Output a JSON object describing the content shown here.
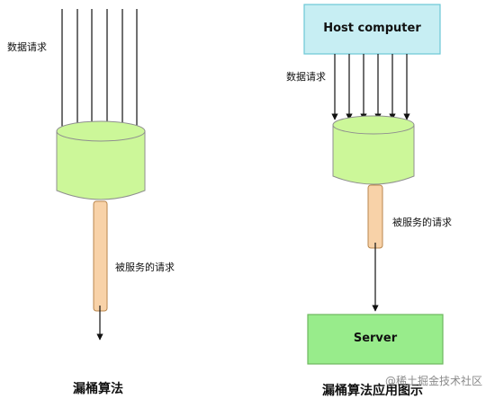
{
  "left": {
    "request_label": "数据请求",
    "served_label": "被服务的请求",
    "caption": "漏桶算法"
  },
  "right": {
    "host_label": "Host computer",
    "request_label": "数据请求",
    "served_label": "被服务的请求",
    "server_label": "Server",
    "caption": "漏桶算法应用图示"
  },
  "watermark": "@稀土掘金技术社区",
  "colors": {
    "bucket_fill": "#ccf799",
    "bucket_stroke": "#8f8f8f",
    "pipe_fill": "#f8d2a8",
    "pipe_stroke": "#b8864c",
    "box_fill": "#c7eef3",
    "box_stroke": "#6cc7d5",
    "server_fill": "#98ec8b",
    "server_stroke": "#6db85f"
  }
}
